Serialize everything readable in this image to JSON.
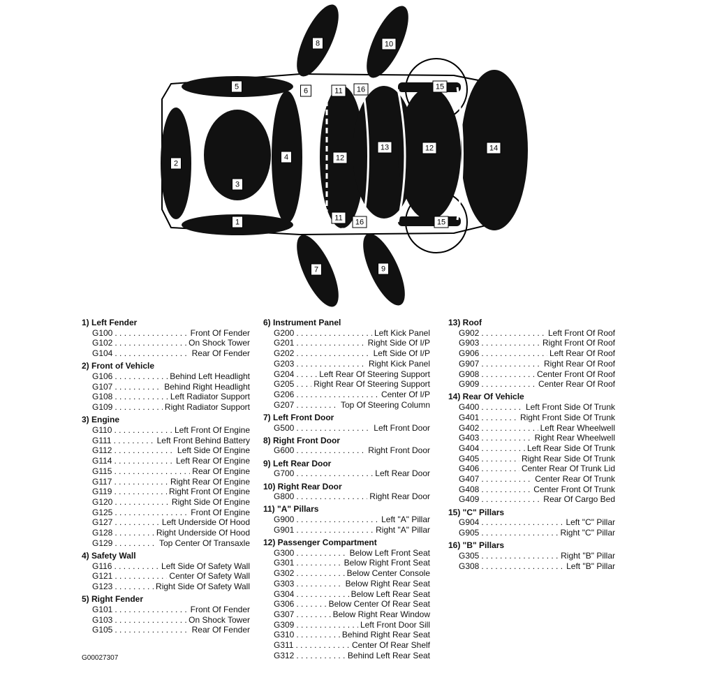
{
  "diagram": {
    "labels": [
      "1",
      "2",
      "3",
      "4",
      "5",
      "6",
      "7",
      "8",
      "9",
      "10",
      "11",
      "12",
      "13",
      "14",
      "15",
      "16"
    ]
  },
  "columns": [
    [
      {
        "title": "1) Left Fender",
        "items": [
          [
            "G100",
            "Front Of Fender"
          ],
          [
            "G102",
            "On Shock Tower"
          ],
          [
            "G104",
            "Rear Of Fender"
          ]
        ]
      },
      {
        "title": "2) Front of Vehicle",
        "items": [
          [
            "G106",
            "Behind Left Headlight"
          ],
          [
            "G107",
            "Behind Right Headlight"
          ],
          [
            "G108",
            "Left Radiator Support"
          ],
          [
            "G109",
            "Right Radiator Support"
          ]
        ]
      },
      {
        "title": "3) Engine",
        "items": [
          [
            "G110",
            "Left Front Of Engine"
          ],
          [
            "G111",
            "Left Front Behind Battery"
          ],
          [
            "G112",
            "Left Side Of Engine"
          ],
          [
            "G114",
            "Left Rear Of Engine"
          ],
          [
            "G115",
            "Rear Of Engine"
          ],
          [
            "G117",
            "Right Rear Of Engine"
          ],
          [
            "G119",
            "Right Front Of Engine"
          ],
          [
            "G120",
            "Right Side Of Engine"
          ],
          [
            "G125",
            "Front Of Engine"
          ],
          [
            "G127",
            "Left Underside Of Hood"
          ],
          [
            "G128",
            "Right Underside Of Hood"
          ],
          [
            "G129",
            "Top Center Of Transaxle"
          ]
        ]
      },
      {
        "title": "4) Safety Wall",
        "items": [
          [
            "G116",
            "Left Side Of Safety Wall"
          ],
          [
            "G121",
            "Center Of Safety Wall"
          ],
          [
            "G123",
            "Right Side Of Safety Wall"
          ]
        ]
      },
      {
        "title": "5) Right Fender",
        "items": [
          [
            "G101",
            "Front Of Fender"
          ],
          [
            "G103",
            "On Shock Tower"
          ],
          [
            "G105",
            "Rear Of Fender"
          ]
        ]
      }
    ],
    [
      {
        "title": "6) Instrument Panel",
        "items": [
          [
            "G200",
            "Left Kick Panel"
          ],
          [
            "G201",
            "Right Side Of I/P"
          ],
          [
            "G202",
            "Left Side Of I/P"
          ],
          [
            "G203",
            "Right Kick Panel"
          ],
          [
            "G204",
            "Left Rear Of Steering Support"
          ],
          [
            "G205",
            "Right Rear Of Steering Support"
          ],
          [
            "G206",
            "Center Of I/P"
          ],
          [
            "G207",
            "Top Of Steering Column"
          ]
        ]
      },
      {
        "title": "7) Left Front Door",
        "items": [
          [
            "G500",
            "Left Front Door"
          ]
        ]
      },
      {
        "title": "8) Right Front Door",
        "items": [
          [
            "G600",
            "Right Front Door"
          ]
        ]
      },
      {
        "title": "9) Left Rear Door",
        "items": [
          [
            "G700",
            "Left Rear Door"
          ]
        ]
      },
      {
        "title": "10) Right Rear Door",
        "items": [
          [
            "G800",
            "Right Rear Door"
          ]
        ]
      },
      {
        "title": "11) \"A\" Pillars",
        "items": [
          [
            "G900",
            "Left \"A\" Pillar"
          ],
          [
            "G901",
            "Right \"A\" Pillar"
          ]
        ]
      },
      {
        "title": "12) Passenger Compartment",
        "items": [
          [
            "G300",
            "Below Left Front Seat"
          ],
          [
            "G301",
            "Below Right Front Seat"
          ],
          [
            "G302",
            "Below Center Console"
          ],
          [
            "G303",
            "Below Right Rear Seat"
          ],
          [
            "G304",
            "Below Left Rear Seat"
          ],
          [
            "G306",
            "Below Center Of Rear Seat"
          ],
          [
            "G307",
            "Below Right Rear Window"
          ],
          [
            "G309",
            "Left Front Door Sill"
          ],
          [
            "G310",
            "Behind Right Rear Seat"
          ],
          [
            "G311",
            "Center Of Rear Shelf"
          ],
          [
            "G312",
            "Behind Left Rear Seat"
          ]
        ]
      }
    ],
    [
      {
        "title": "13) Roof",
        "items": [
          [
            "G902",
            "Left Front Of Roof"
          ],
          [
            "G903",
            "Right Front Of Roof"
          ],
          [
            "G906",
            "Left Rear Of Roof"
          ],
          [
            "G907",
            "Right Rear Of Roof"
          ],
          [
            "G908",
            "Center Front Of Roof"
          ],
          [
            "G909",
            "Center Rear Of Roof"
          ]
        ]
      },
      {
        "title": "14) Rear Of Vehicle",
        "items": [
          [
            "G400",
            "Left Front Side Of Trunk"
          ],
          [
            "G401",
            "Right Front Side Of Trunk"
          ],
          [
            "G402",
            "Left Rear Wheelwell"
          ],
          [
            "G403",
            "Right Rear Wheelwell"
          ],
          [
            "G404",
            "Left Rear Side Of Trunk"
          ],
          [
            "G405",
            "Right Rear Side Of Trunk"
          ],
          [
            "G406",
            "Center Rear Of Trunk Lid"
          ],
          [
            "G407",
            "Center Rear Of Trunk"
          ],
          [
            "G408",
            "Center Front Of Trunk"
          ],
          [
            "G409",
            "Rear Of Cargo Bed"
          ]
        ]
      },
      {
        "title": "15) \"C\" Pillars",
        "items": [
          [
            "G904",
            "Left \"C\" Pillar"
          ],
          [
            "G905",
            "Right \"C\" Pillar"
          ]
        ]
      },
      {
        "title": "16) \"B\" Pillars",
        "items": [
          [
            "G305",
            "Right \"B\" Pillar"
          ],
          [
            "G308",
            "Left \"B\" Pillar"
          ]
        ]
      }
    ]
  ],
  "footer": {
    "figure_id": "G00027307"
  }
}
